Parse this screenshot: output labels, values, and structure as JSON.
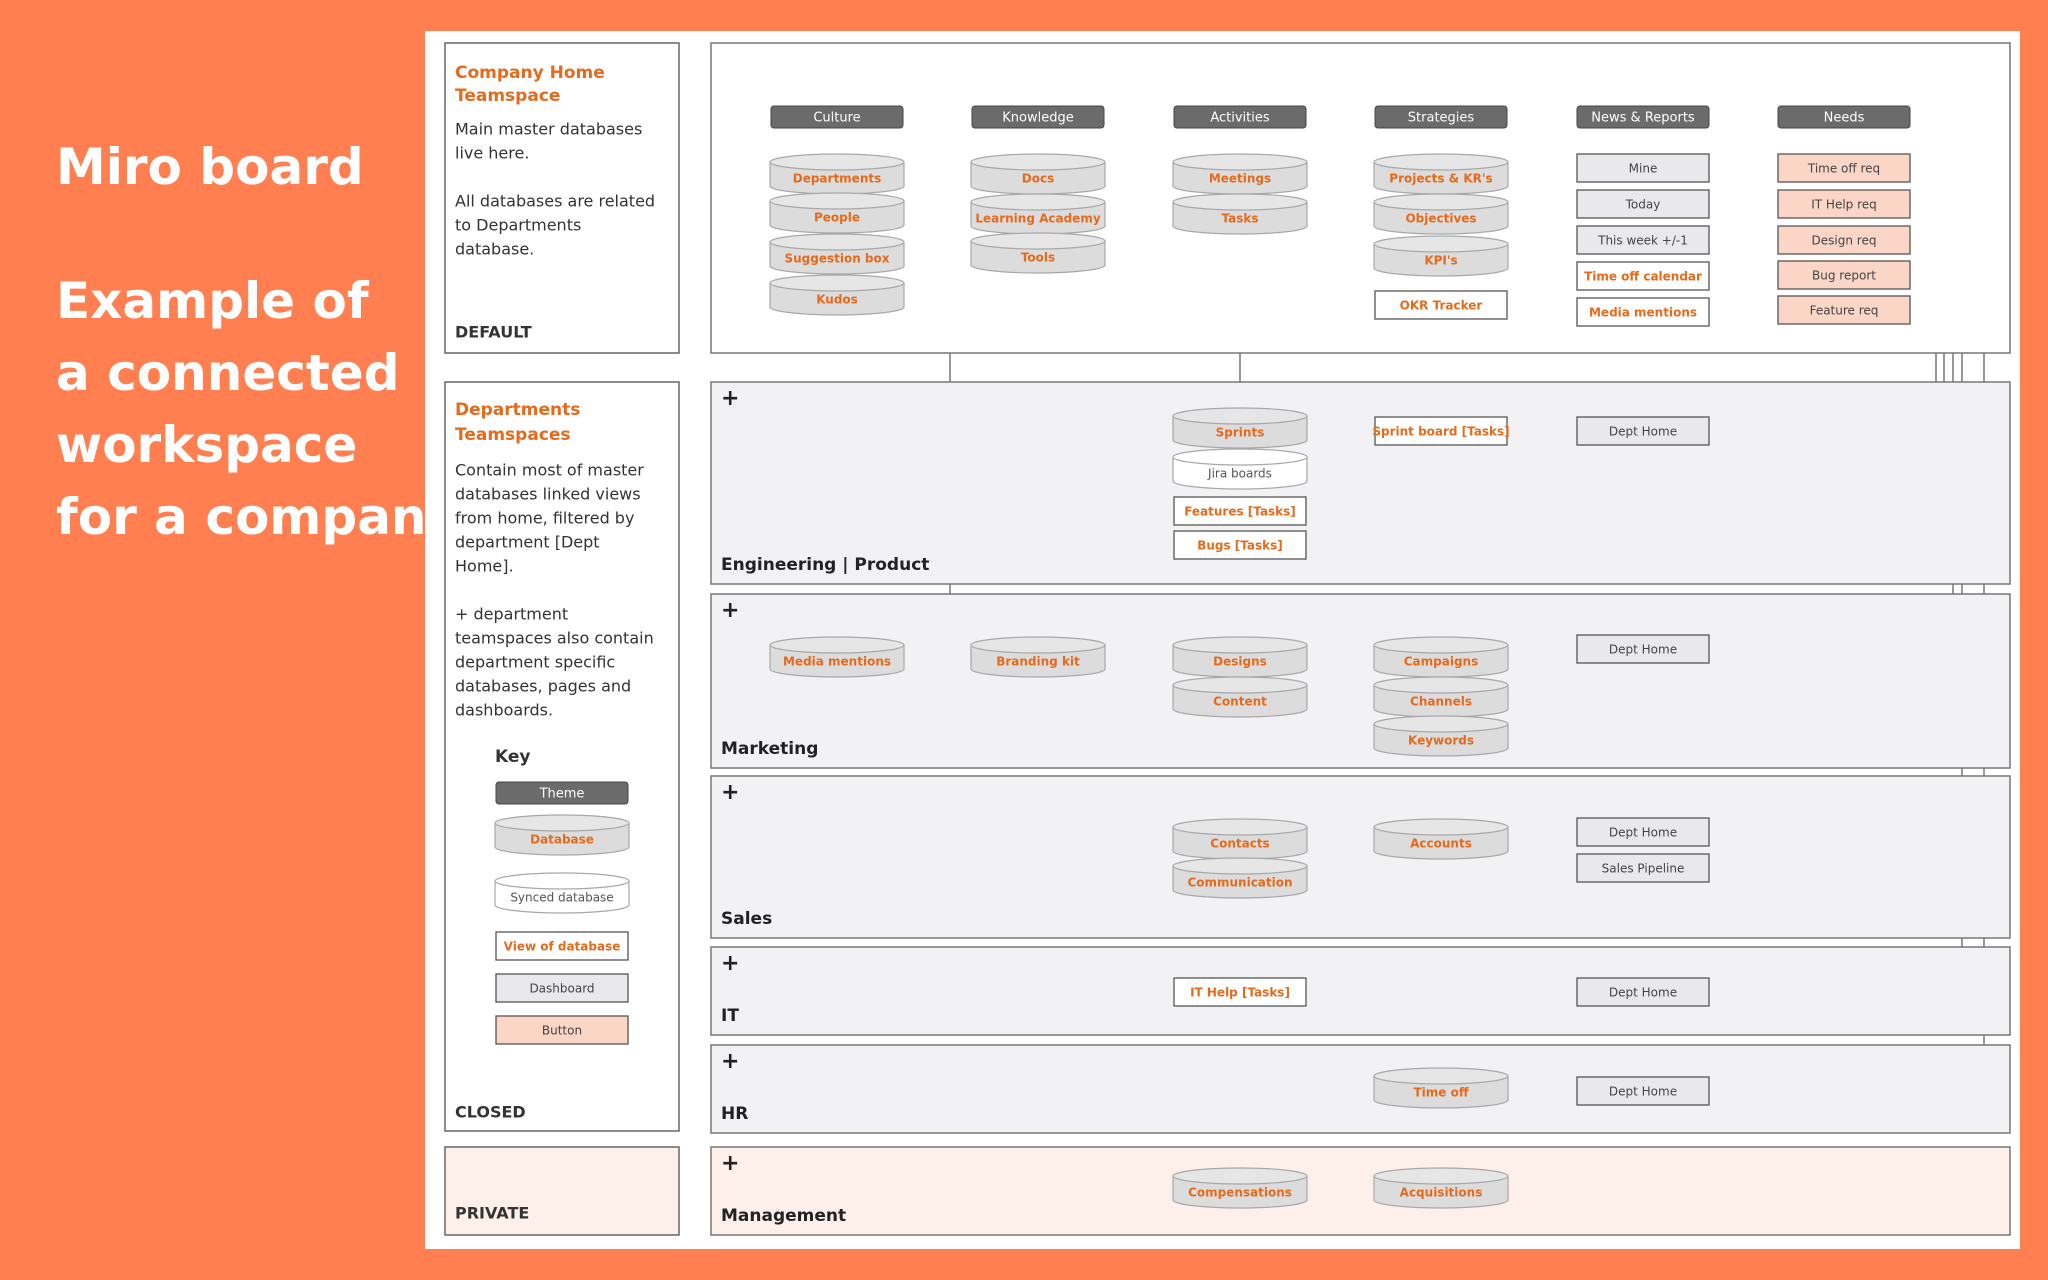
{
  "intro": {
    "title": "Miro board",
    "lines": [
      "Example of",
      "a connected",
      "workspace",
      "for a company"
    ]
  },
  "colors": {
    "page_bg": "#ff7f50",
    "accent_text": "#e56a1c",
    "theme_fill": "#6b6b6b",
    "db_fill": "#dcdcdc",
    "button_fill": "#fbd6c6",
    "private_fill": "#fdf0eb",
    "section_fill": "#f2f2f4"
  },
  "panels": {
    "home": {
      "title_lines": [
        "Company Home",
        "Teamspace"
      ],
      "desc_lines": [
        "Main master databases",
        "live here.",
        "",
        "All databases are related",
        "to Departments",
        "database."
      ],
      "footer": "DEFAULT"
    },
    "departments": {
      "title_lines": [
        "Departments",
        "Teamspaces"
      ],
      "desc_lines": [
        "Contain most of master",
        "databases linked views",
        "from home, filtered by",
        "department [Dept",
        "Home].",
        "",
        "+ department",
        "teamspaces also contain",
        "department specific",
        "databases, pages and",
        "dashboards."
      ],
      "footer": "CLOSED"
    },
    "private": {
      "footer": "PRIVATE"
    }
  },
  "key": {
    "title": "Key",
    "theme": "Theme",
    "database": "Database",
    "synced": "Synced database",
    "view": "View of database",
    "dashboard": "Dashboard",
    "button": "Button"
  },
  "themes": [
    "Culture",
    "Knowledge",
    "Activities",
    "Strategies",
    "News & Reports",
    "Needs"
  ],
  "home_items": {
    "culture": [
      "Departments",
      "People",
      "Suggestion box",
      "Kudos"
    ],
    "knowledge": [
      "Docs",
      "Learning Academy",
      "Tools"
    ],
    "activities": [
      "Meetings",
      "Tasks"
    ],
    "strategies": [
      "Projects & KR's",
      "Objectives",
      "KPI's"
    ],
    "okr_tracker": "OKR Tracker",
    "news_dashboards": [
      "Mine",
      "Today",
      "This week +/-1"
    ],
    "news_views": [
      "Time off calendar",
      "Media mentions"
    ],
    "needs": [
      "Time off req",
      "IT Help req",
      "Design req",
      "Bug report",
      "Feature req"
    ]
  },
  "plus_sign": "+",
  "dept_home": "Dept Home",
  "sections": {
    "engineering": {
      "label": "Engineering | Product",
      "sprints": "Sprints",
      "jira": "Jira boards",
      "sprint_board": "Sprint board [Tasks]",
      "features": "Features [Tasks]",
      "bugs": "Bugs [Tasks]"
    },
    "marketing": {
      "label": "Marketing",
      "media": "Media mentions",
      "branding": "Branding kit",
      "designs": "Designs",
      "content": "Content",
      "campaigns": "Campaigns",
      "channels": "Channels",
      "keywords": "Keywords"
    },
    "sales": {
      "label": "Sales",
      "contacts": "Contacts",
      "communication": "Communication",
      "accounts": "Accounts",
      "pipeline": "Sales Pipeline"
    },
    "it": {
      "label": "IT",
      "it_help": "IT Help [Tasks]"
    },
    "hr": {
      "label": "HR",
      "time_off": "Time off"
    },
    "management": {
      "label": "Management",
      "compensations": "Compensations",
      "acquisitions": "Acquisitions"
    }
  }
}
